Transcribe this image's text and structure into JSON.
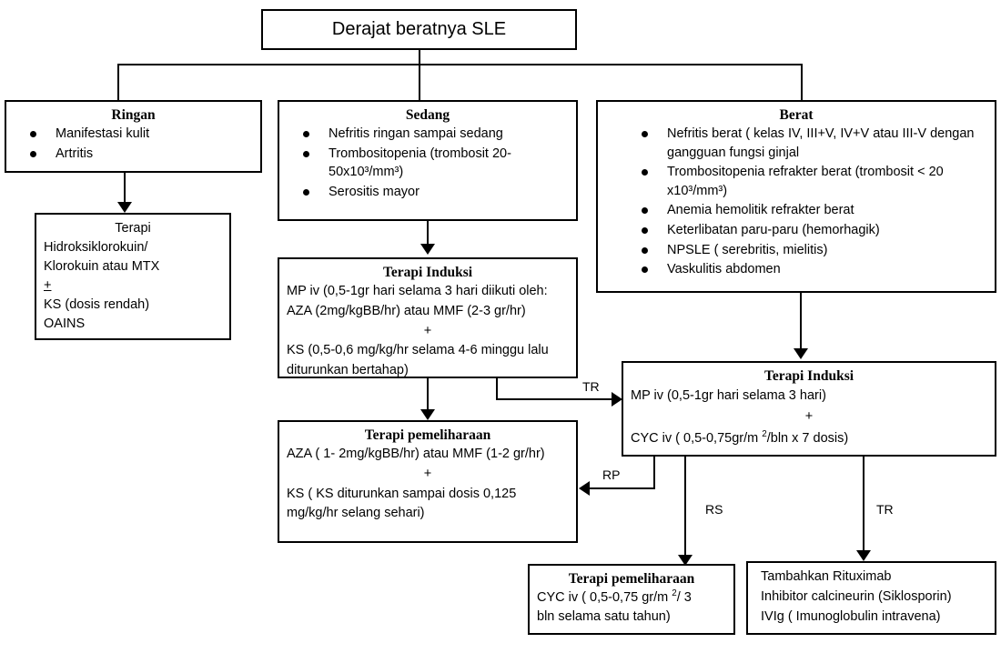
{
  "diagram": {
    "title": "Derajat beratnya  SLE",
    "root": {
      "label": "Derajat beratnya  SLE"
    },
    "severity": {
      "mild": {
        "title": "Ringan",
        "items": [
          "Manifestasi kulit",
          "Artritis"
        ]
      },
      "moderate": {
        "title": "Sedang",
        "items": [
          "Nefritis ringan sampai sedang",
          "Trombositopenia (trombosit 20-50x10³/mm³)",
          "Serositis mayor"
        ]
      },
      "severe": {
        "title": "Berat",
        "items": [
          "Nefritis berat ( kelas IV, III+V, IV+V atau III-V dengan gangguan fungsi ginjal",
          "Trombositopenia refrakter berat (trombosit < 20 x10³/mm³)",
          "Anemia hemolitik refrakter berat",
          "Keterlibatan paru-paru (hemorhagik)",
          "NPSLE ( serebritis, mielitis)",
          "Vaskulitis abdomen"
        ]
      }
    },
    "mild_therapy": {
      "title": "Terapi",
      "lines": [
        "Hidroksiklorokuin/",
        "Klorokuin atau MTX",
        "+",
        "KS (dosis rendah)",
        "OAINS"
      ]
    },
    "moderate_induction": {
      "title": "Terapi Induksi",
      "lines": [
        "MP iv (0,5-1gr hari selama 3 hari diikuti oleh:",
        "AZA (2mg/kgBB/hr) atau MMF (2-3 gr/hr)",
        "+",
        "KS (0,5-0,6 mg/kg/hr selama 4-6 minggu lalu diturunkan bertahap)"
      ]
    },
    "moderate_maintenance": {
      "title": "Terapi pemeliharaan",
      "lines": [
        "AZA ( 1- 2mg/kgBB/hr) atau MMF (1-2 gr/hr)",
        "+",
        "KS ( KS diturunkan sampai dosis 0,125 mg/kg/hr selang sehari)"
      ]
    },
    "severe_induction": {
      "title": "Terapi Induksi",
      "line1": "MP iv (0,5-1gr hari selama 3 hari)",
      "plus": "+",
      "line2_pre": "CYC iv ( 0,5-0,75gr/m ",
      "line2_sup": "2",
      "line2_post": "/bln x 7 dosis)"
    },
    "severe_maintenance": {
      "title": "Terapi pemeliharaan",
      "line1_pre": "CYC iv ( 0,5-0,75 gr/m ",
      "line1_sup": "2",
      "line1_post": "/ 3",
      "line2": "bln selama satu tahun)"
    },
    "refractory": {
      "lines": [
        "Tambahkan Rituximab",
        "Inhibitor calcineurin (Siklosporin)",
        "IVIg ( Imunoglobulin intravena)"
      ]
    },
    "edge_labels": {
      "tr_moderate_to_severe": "TR",
      "rp_severe_to_maintenance": "RP",
      "rs_to_severe_maintenance": "RS",
      "tr_to_refractory": "TR"
    },
    "colors": {
      "stroke": "#000000",
      "background": "#ffffff",
      "text": "#000000"
    }
  }
}
